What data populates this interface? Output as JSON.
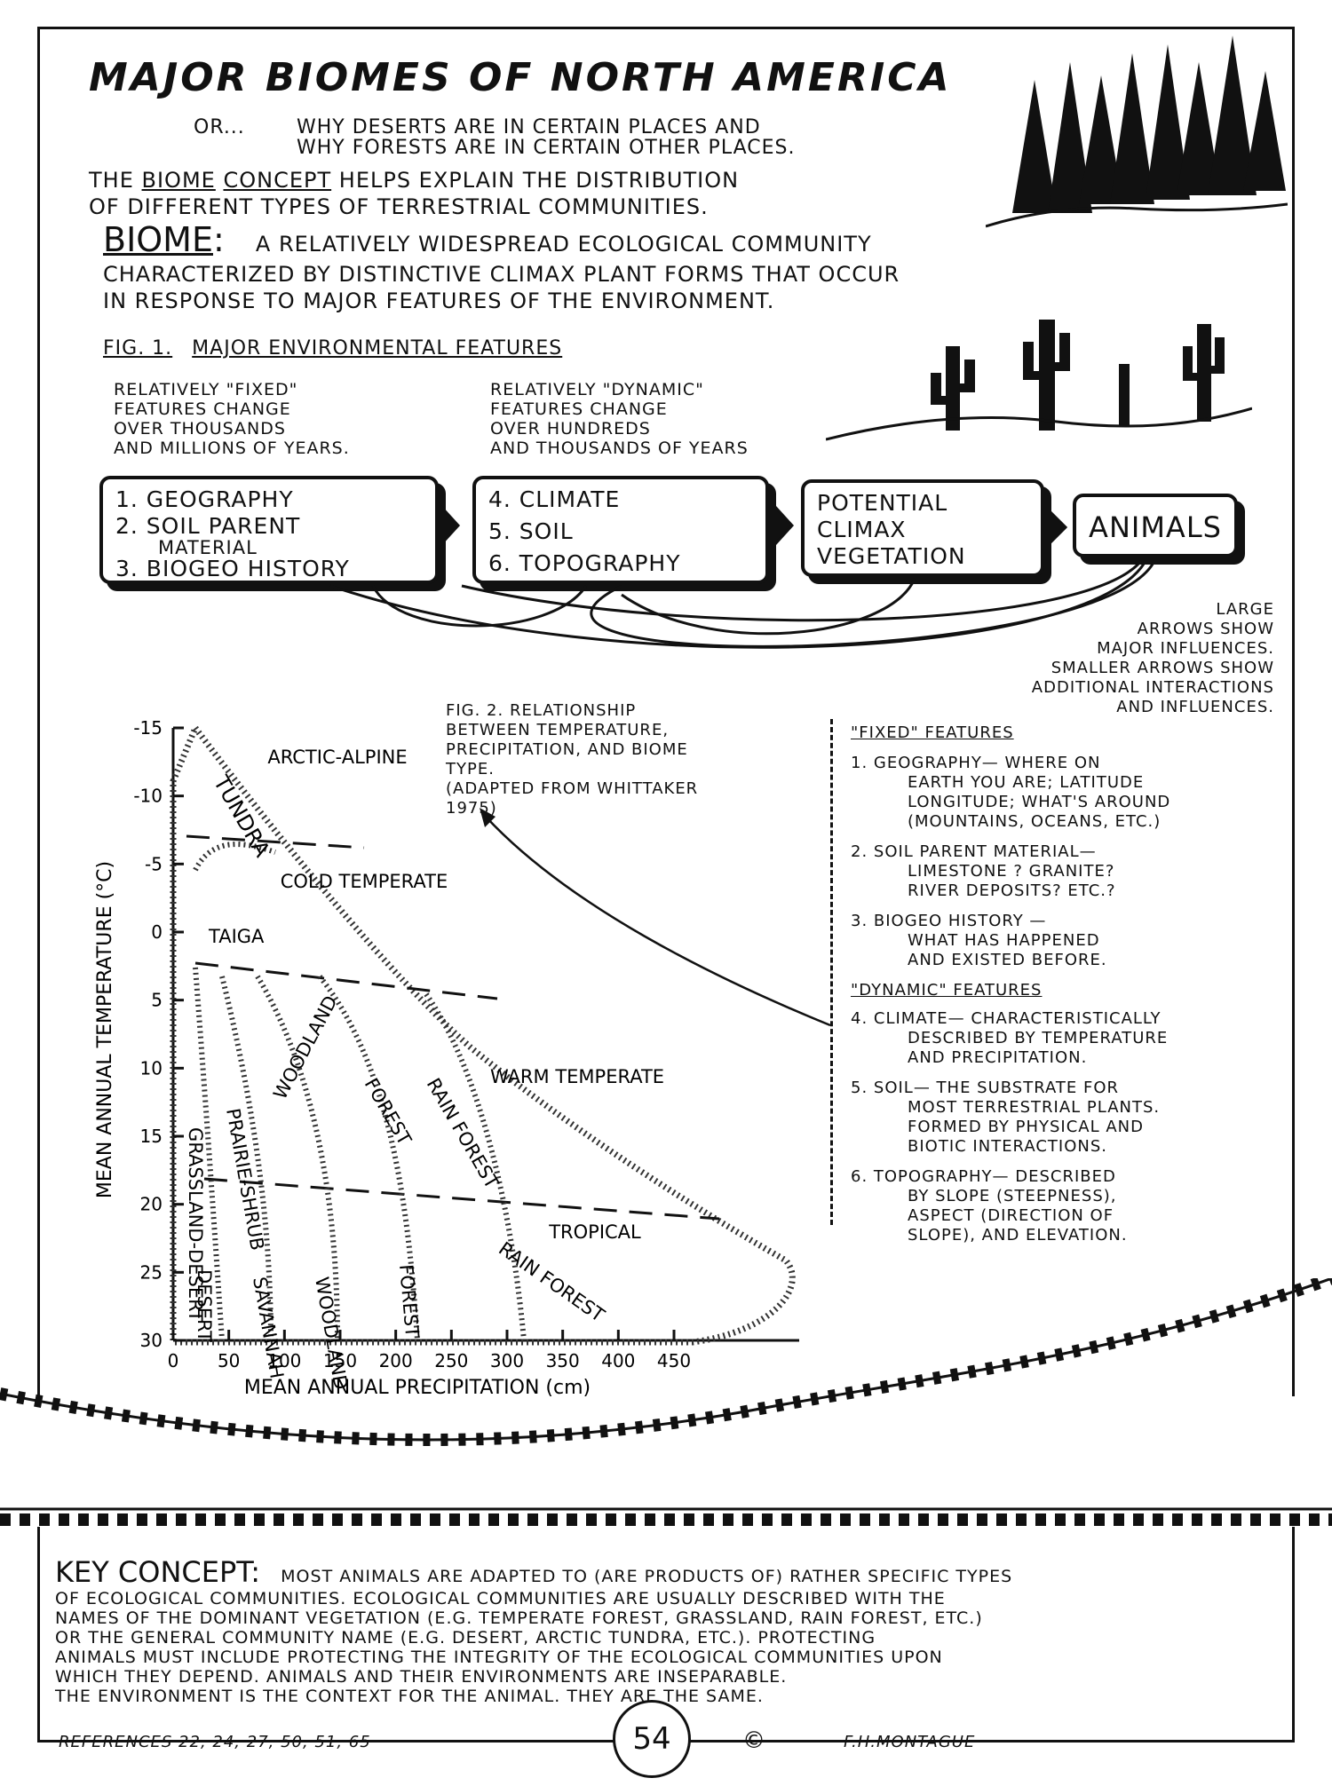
{
  "header": {
    "title": "MAJOR BIOMES OF NORTH AMERICA",
    "subtitle_or": "OR...",
    "subtitle_line1": "WHY DESERTS ARE IN CERTAIN PLACES AND",
    "subtitle_line2": "WHY FORESTS ARE IN CERTAIN OTHER PLACES."
  },
  "intro": {
    "line1_pre": "THE",
    "biome": "BIOME",
    "concept": "CONCEPT",
    "line1_post": "HELPS EXPLAIN THE DISTRIBUTION",
    "line2": "OF DIFFERENT TYPES OF TERRESTRIAL COMMUNITIES."
  },
  "definition": {
    "term": "BIOME",
    "colon": ":",
    "line1": "A RELATIVELY WIDESPREAD ECOLOGICAL COMMUNITY",
    "line2": "CHARACTERIZED BY DISTINCTIVE CLIMAX PLANT FORMS THAT OCCUR",
    "line3": "IN RESPONSE TO MAJOR FEATURES OF THE ENVIRONMENT."
  },
  "fig1": {
    "label": "FIG. 1.",
    "title": "MAJOR ENVIRONMENTAL FEATURES",
    "fixed_desc": [
      "RELATIVELY \"FIXED\"",
      "FEATURES CHANGE",
      "OVER THOUSANDS",
      "AND MILLIONS OF YEARS."
    ],
    "dynamic_desc": [
      "RELATIVELY \"DYNAMIC\"",
      "FEATURES CHANGE",
      "OVER HUNDREDS",
      "AND THOUSANDS OF YEARS"
    ],
    "box1": [
      "1. GEOGRAPHY",
      "2. SOIL PARENT",
      "MATERIAL",
      "3. BIOGEO HISTORY"
    ],
    "box2": [
      "4. CLIMATE",
      "5. SOIL",
      "6. TOPOGRAPHY"
    ],
    "box3": [
      "POTENTIAL",
      "CLIMAX",
      "VEGETATION"
    ],
    "box4": "ANIMALS",
    "note": [
      "LARGE",
      "ARROWS SHOW",
      "MAJOR INFLUENCES.",
      "SMALLER ARROWS SHOW",
      "ADDITIONAL INTERACTIONS",
      "AND INFLUENCES."
    ]
  },
  "fig2": {
    "caption": [
      "FIG. 2. RELATIONSHIP",
      "BETWEEN TEMPERATURE,",
      "PRECIPITATION, AND BIOME",
      "TYPE.",
      "(ADAPTED FROM WHITTAKER",
      "1975)"
    ]
  },
  "chart_data": {
    "type": "diagram",
    "xlabel": "MEAN ANNUAL PRECIPITATION (cm)",
    "ylabel": "MEAN ANNUAL TEMPERATURE (°C)",
    "x_ticks": [
      "0",
      "50",
      "100",
      "150",
      "200",
      "250",
      "300",
      "350",
      "400",
      "450"
    ],
    "y_ticks": [
      "-15",
      "-10",
      "-5",
      "0",
      "5",
      "10",
      "15",
      "20",
      "25",
      "30"
    ],
    "xlim": [
      0,
      450
    ],
    "ylim": [
      -15,
      30
    ],
    "zones": [
      "ARCTIC-ALPINE",
      "COLD TEMPERATE",
      "WARM TEMPERATE",
      "TROPICAL"
    ],
    "biomes": [
      "TUNDRA",
      "TAIGA",
      "GRASSLAND-DESERT",
      "PRAIRIE-SHRUB",
      "WOODLAND",
      "FOREST",
      "RAIN FOREST",
      "DESERT",
      "SAVANNAH",
      "WOODLAND",
      "FOREST",
      "RAIN FOREST"
    ]
  },
  "fixed_features": {
    "heading": "\"FIXED\" FEATURES",
    "items": [
      [
        "1. GEOGRAPHY— WHERE ON",
        "EARTH YOU ARE; LATITUDE",
        "LONGITUDE; WHAT'S AROUND",
        "(MOUNTAINS, OCEANS, ETC.)"
      ],
      [
        "2. SOIL PARENT MATERIAL—",
        "LIMESTONE ? GRANITE?",
        "RIVER DEPOSITS? ETC.?"
      ],
      [
        "3. BIOGEO HISTORY —",
        "WHAT HAS HAPPENED",
        "AND EXISTED BEFORE."
      ]
    ]
  },
  "dynamic_features": {
    "heading": "\"DYNAMIC\" FEATURES",
    "items": [
      [
        "4. CLIMATE— CHARACTERISTICALLY",
        "DESCRIBED BY TEMPERATURE",
        "AND PRECIPITATION."
      ],
      [
        "5. SOIL— THE SUBSTRATE FOR",
        "MOST TERRESTRIAL PLANTS.",
        "FORMED BY PHYSICAL AND",
        "BIOTIC INTERACTIONS."
      ],
      [
        "6. TOPOGRAPHY— DESCRIBED",
        "BY SLOPE (STEEPNESS),",
        "ASPECT (DIRECTION OF",
        "SLOPE), AND ELEVATION."
      ]
    ]
  },
  "key_concept": {
    "label": "KEY CONCEPT:",
    "lines": [
      "MOST ANIMALS ARE ADAPTED TO (ARE PRODUCTS OF) RATHER SPECIFIC TYPES",
      "OF ECOLOGICAL COMMUNITIES. ECOLOGICAL COMMUNITIES ARE USUALLY DESCRIBED WITH THE",
      "NAMES OF THE DOMINANT VEGETATION (e.g. TEMPERATE FOREST, GRASSLAND, RAIN FOREST, etc.)",
      "OR THE GENERAL COMMUNITY NAME (e.g. DESERT, ARCTIC TUNDRA, etc.). PROTECTING",
      "ANIMALS MUST INCLUDE PROTECTING THE INTEGRITY OF THE ECOLOGICAL COMMUNITIES UPON",
      "WHICH THEY DEPEND. ANIMALS AND THEIR ENVIRONMENTS ARE INSEPARABLE.",
      "THE ENVIRONMENT IS THE CONTEXT FOR THE ANIMAL. THEY ARE THE SAME."
    ]
  },
  "footer": {
    "references": "REFERENCES 22, 24, 27, 50, 51, 65",
    "page_number": "54",
    "copyright": "©",
    "author": "F.H.MONTAGUE"
  }
}
